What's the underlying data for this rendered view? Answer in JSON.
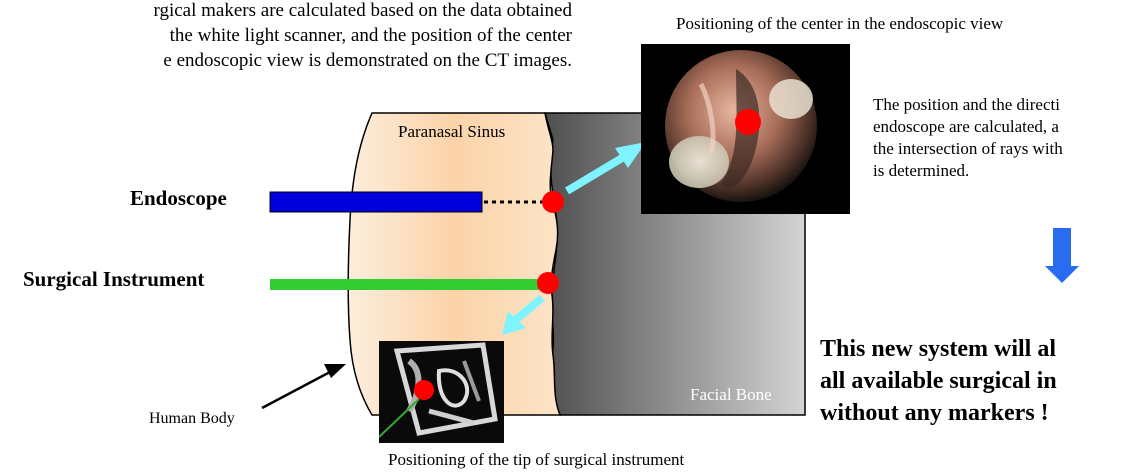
{
  "texts": {
    "top_left": [
      "rgical makers are calculated based on the data obtained",
      "the white light scanner, and the position of the center",
      "e endoscopic view is demonstrated on the CT images."
    ],
    "top_right_caption": "Positioning of the center in the endoscopic view",
    "right_para": [
      "The position and the directi",
      "endoscope are calculated, a",
      "the intersection of rays with",
      "is determined."
    ],
    "endoscope_label": "Endoscope",
    "surgical_label": "Surgical Instrument",
    "human_body_label": "Human Body",
    "bottom_caption": "Positioning of the tip of surgical instrument",
    "conclusion": [
      "This new system will al",
      "all available surgical in",
      "without any markers !"
    ],
    "sinus_label": "Paranasal Sinus",
    "bone_label": "Facial Bone"
  },
  "colors": {
    "endoscope_bar": "#0000dd",
    "instrument_bar": "#33cc33",
    "marker": "#ff0000",
    "arrow_cyan": "#7ff3ff",
    "arrow_blue": "#2a6cf0",
    "skin": "#fbd6b0",
    "bone_dark": "#555555",
    "bone_light": "#cccccc"
  }
}
